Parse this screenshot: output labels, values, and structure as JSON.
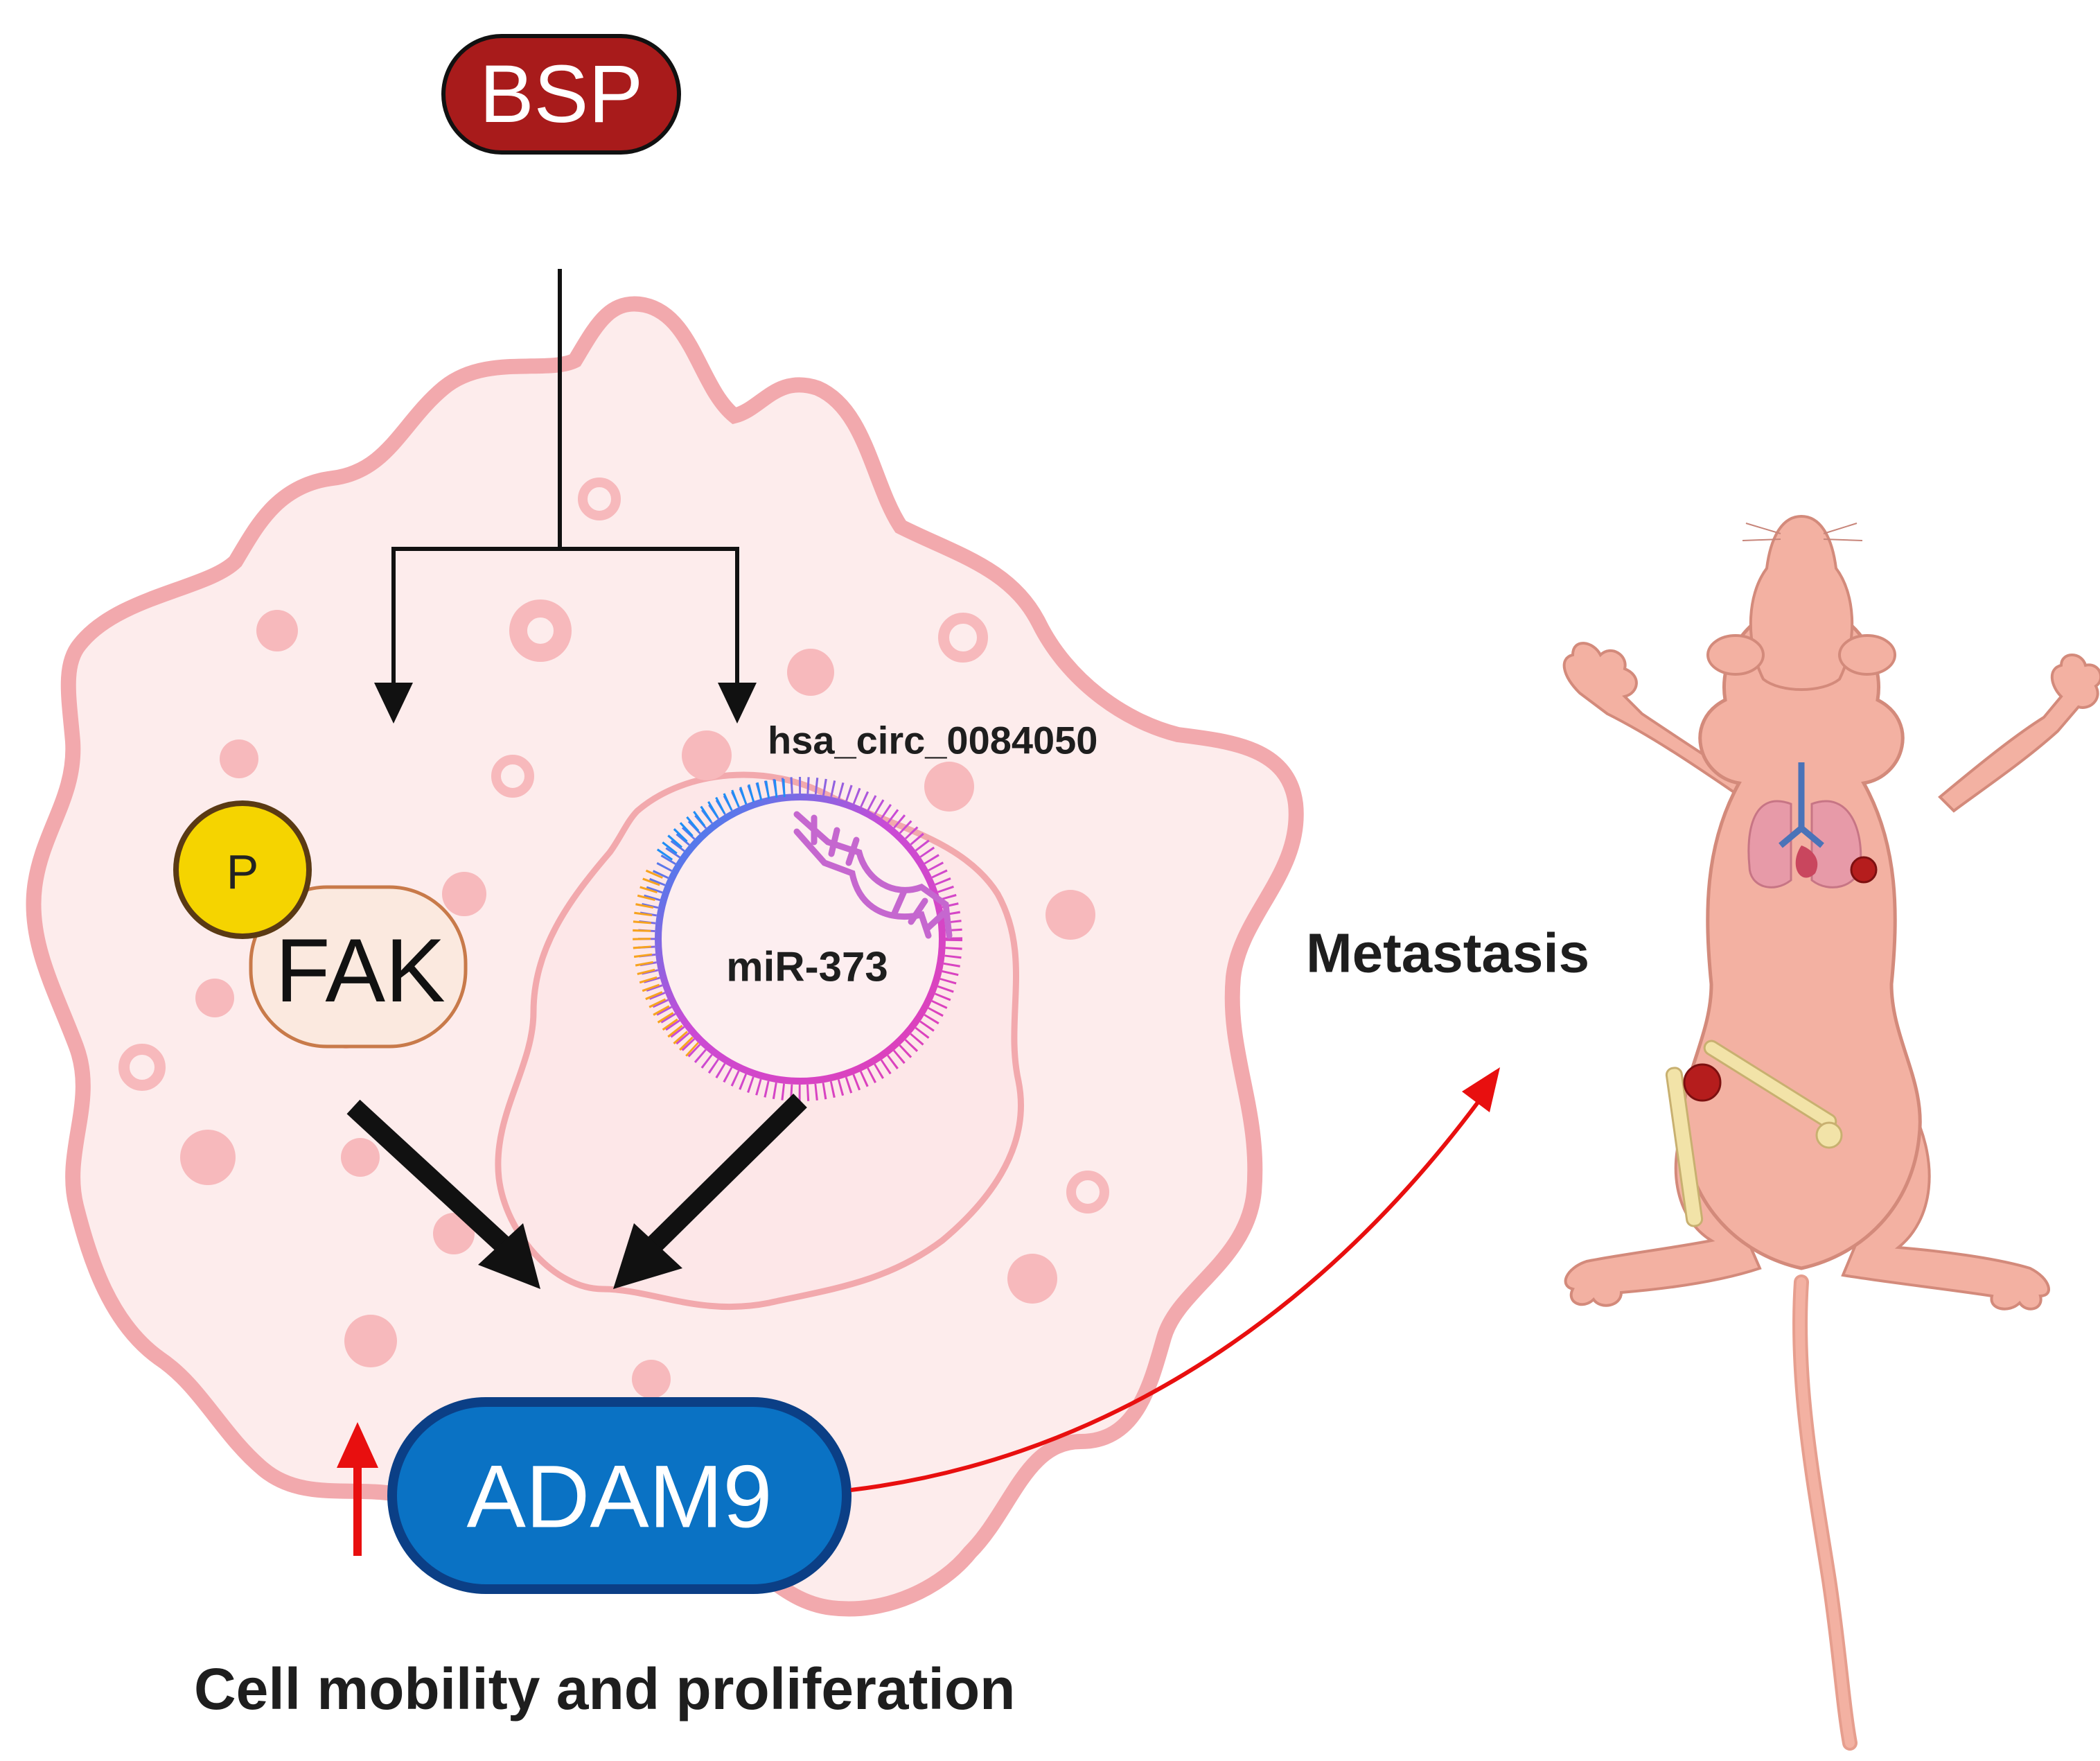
{
  "nodes": {
    "bsp": "BSP",
    "phospho": "P",
    "fak": "FAK",
    "circrna": "hsa_circ_0084050",
    "mirna": "miR-373",
    "adam9": "ADAM9"
  },
  "labels": {
    "metastasis": "Metastasis",
    "outcome": "Cell mobility and proliferation"
  },
  "colors": {
    "bsp_fill": "#a81b1b",
    "adam9_fill": "#0a72c4",
    "adam9_border": "#0b3f86",
    "phospho_fill": "#f5d400",
    "fak_fill": "#fbe9df",
    "fak_border": "#c87a4a",
    "cell_fill": "#fdecec",
    "cell_border": "#f2a9ad",
    "red_arrow": "#e80f0f",
    "mouse_skin": "#f3b1a2"
  },
  "icons": [
    "circular-rna-icon",
    "mirna-hairpin-icon",
    "nude-mouse-icon",
    "lung-icon",
    "tumor-icon",
    "bone-icon"
  ]
}
